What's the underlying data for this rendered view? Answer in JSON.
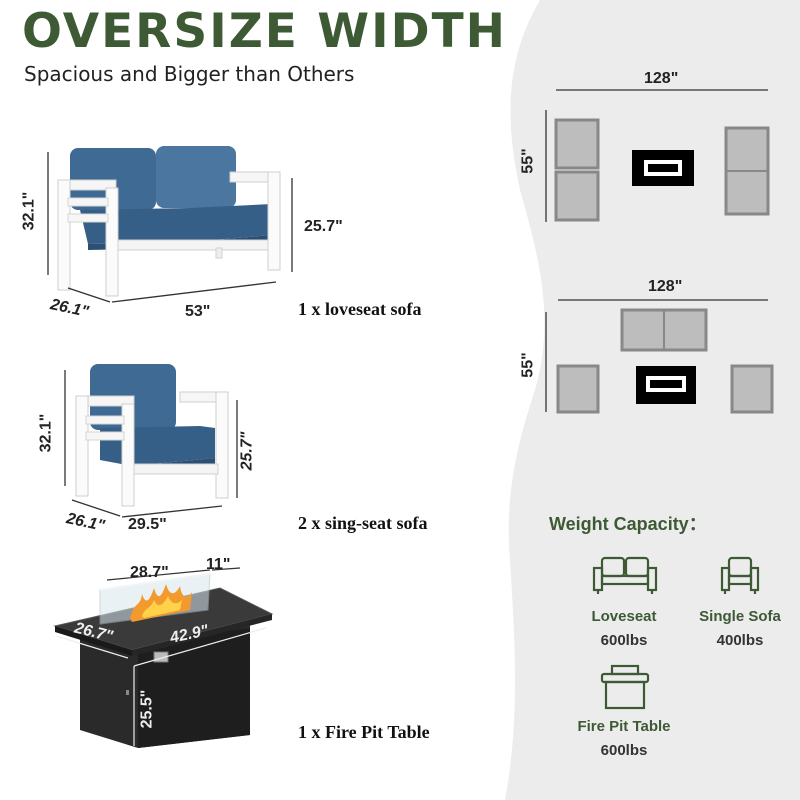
{
  "heading": {
    "title": "OVERSIZE  WIDTH",
    "subtitle": "Spacious and Bigger than Others"
  },
  "loveseat": {
    "height": "32.1\"",
    "seat_height": "25.7\"",
    "depth": "26.1\"",
    "width": "53\"",
    "caption": "1 x loveseat sofa"
  },
  "single_sofa": {
    "height": "32.1\"",
    "seat_height": "25.7\"",
    "depth": "26.1\"",
    "width": "29.5\"",
    "caption": "2 x sing-seat sofa"
  },
  "fire_pit": {
    "glass_length": "28.7\"",
    "glass_width": "11\"",
    "depth": "26.7\"",
    "length": "42.9\"",
    "height": "25.5\"",
    "caption": "1 x Fire Pit Table"
  },
  "layouts": {
    "layout1": {
      "width": "128\"",
      "depth": "55\""
    },
    "layout2": {
      "width": "128\"",
      "depth": "55\""
    }
  },
  "weight_capacity": {
    "title": "Weight Capacity：",
    "items": [
      {
        "label": "Loveseat",
        "value": "600lbs",
        "icon": "loveseat-icon"
      },
      {
        "label": "Single Sofa",
        "value": "400lbs",
        "icon": "single-sofa-icon"
      },
      {
        "label": "Fire Pit Table",
        "value": "600lbs",
        "icon": "fire-pit-table-icon"
      }
    ]
  },
  "colors": {
    "accent_green": "#3d5a35",
    "cushion_blue": "#3f6a93",
    "panel_gray": "#ececec"
  }
}
